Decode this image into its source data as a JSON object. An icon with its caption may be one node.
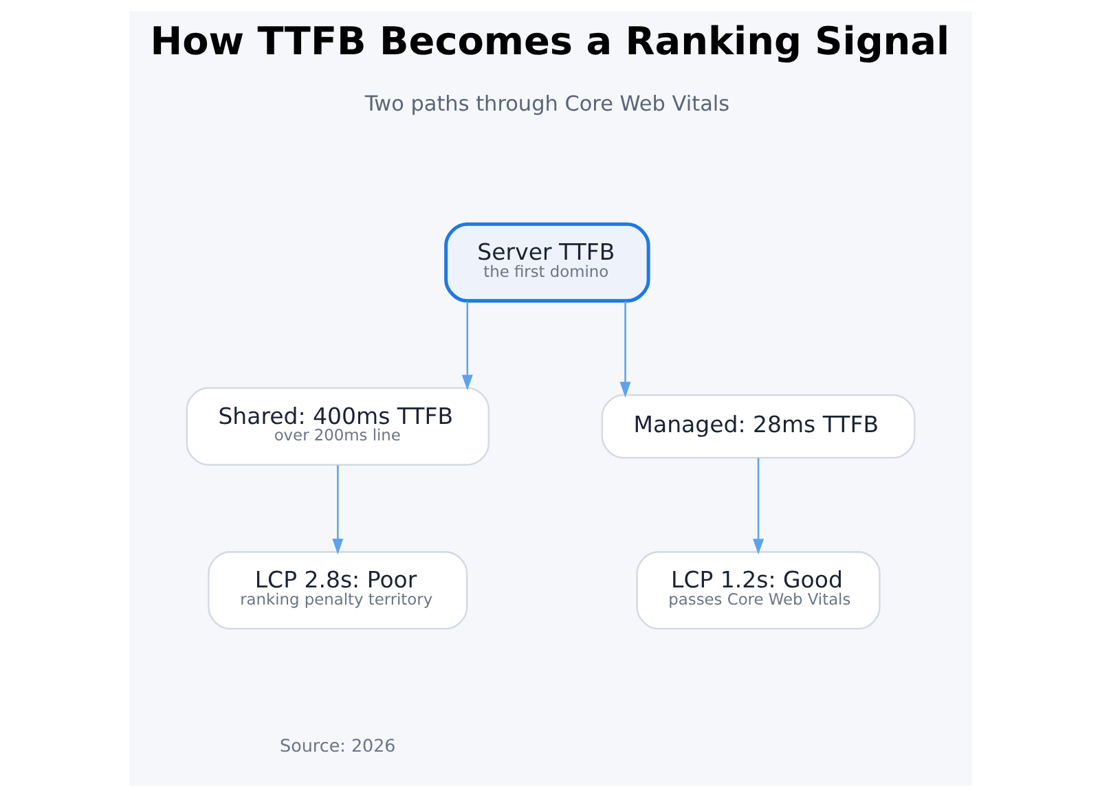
{
  "diagram": {
    "title": "How TTFB Becomes a Ranking Signal",
    "nodes": [
      {
        "text": [
          "Server TTFB",
          "the first domino"
        ]
      },
      {
        "text": [
          "Shared: 400ms TTFB",
          "over 200ms line"
        ]
      },
      {
        "text": [
          "Managed: 28ms TTFB"
        ]
      },
      {
        "text": [
          "LCP 2.8s: Poor",
          "ranking penalty territory"
        ]
      },
      {
        "text": [
          "LCP 1.2s: Good",
          "passes Core Web Vitals"
        ]
      }
    ],
    "edges": [
      {
        "from": 0,
        "to": 1,
        "arrow": "to"
      },
      {
        "from": 0,
        "to": 2,
        "arrow": "to"
      },
      {
        "from": 1,
        "to": 3,
        "arrow": "to"
      },
      {
        "from": 2,
        "to": 4,
        "arrow": "to"
      }
    ],
    "labels": [
      "Two paths through Core Web Vitals",
      "Source: 2026"
    ]
  }
}
